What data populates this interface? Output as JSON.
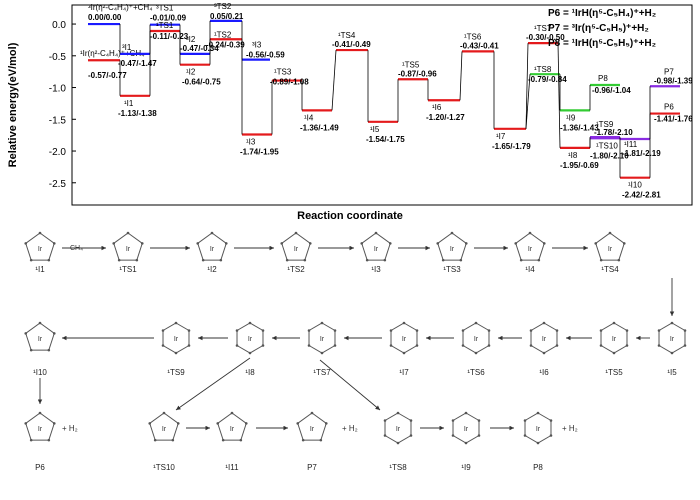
{
  "energy_panel": {
    "ylabel": "Relative energy(eV/mol)",
    "xlabel": "Reaction coordinate",
    "y_ticks": [
      "0.0",
      "-0.5",
      "-1.0",
      "-1.5",
      "-2.0",
      "-2.5"
    ],
    "ylim": [
      -2.85,
      0.3
    ],
    "legend": [
      {
        "label": "P6 = ¹IrH(η⁵-C₅H₄)⁺+H₂",
        "color": "#000000"
      },
      {
        "label": "P7 = ³Ir(η⁵-C₅H₅)⁺+H₂",
        "color": "#000000"
      },
      {
        "label": "P8 = ¹IrH(η⁵-C₅H₅)⁺+H₂",
        "color": "#000000"
      }
    ],
    "colors": {
      "blue": "#1a1aff",
      "red": "#e41a1c",
      "green": "#33cc33",
      "purple": "#8a2be2",
      "connector": "#000000"
    },
    "levels": [
      {
        "name": "³Ir(η²-C₄H₄)⁺+CH₄",
        "value": "0.00/0.00",
        "energy": 0.0,
        "color": "blue"
      },
      {
        "name": "¹Ir(η²-C₄H₄)⁺+CH₄",
        "value": "-0.57/-0.77",
        "energy": -0.57,
        "color": "red"
      },
      {
        "name": "³I1",
        "value": "-0.47/-1.47",
        "energy": -0.47,
        "color": "blue"
      },
      {
        "name": "¹I1",
        "value": "-1.13/-1.38",
        "energy": -1.13,
        "color": "red"
      },
      {
        "name": "³TS1",
        "value": "-0.01/0.09",
        "energy": -0.01,
        "color": "blue"
      },
      {
        "name": "¹TS1",
        "value": "-0.11/-0.23",
        "energy": -0.11,
        "color": "red"
      },
      {
        "name": "³I2",
        "value": "-0.47/-0.34",
        "energy": -0.47,
        "color": "blue"
      },
      {
        "name": "¹I2",
        "value": "-0.64/-0.75",
        "energy": -0.64,
        "color": "red"
      },
      {
        "name": "³TS2",
        "value": "0.05/0.21",
        "energy": 0.05,
        "color": "blue"
      },
      {
        "name": "¹TS2",
        "value": "-0.24/-0.39",
        "energy": -0.24,
        "color": "red"
      },
      {
        "name": "³I3",
        "value": "-0.56/-0.59",
        "energy": -0.56,
        "color": "blue"
      },
      {
        "name": "¹I3",
        "value": "-1.74/-1.95",
        "energy": -1.74,
        "color": "red"
      },
      {
        "name": "¹TS3",
        "value": "-0.89/-1.08",
        "energy": -0.89,
        "color": "red"
      },
      {
        "name": "¹I4",
        "value": "-1.36/-1.49",
        "energy": -1.36,
        "color": "red"
      },
      {
        "name": "¹TS4",
        "value": "-0.41/-0.49",
        "energy": -0.41,
        "color": "red"
      },
      {
        "name": "¹I5",
        "value": "-1.54/-1.75",
        "energy": -1.54,
        "color": "red"
      },
      {
        "name": "¹TS5",
        "value": "-0.87/-0.96",
        "energy": -0.87,
        "color": "red"
      },
      {
        "name": "¹I6",
        "value": "-1.20/-1.27",
        "energy": -1.2,
        "color": "red"
      },
      {
        "name": "¹TS6",
        "value": "-0.43/-0.41",
        "energy": -0.43,
        "color": "red"
      },
      {
        "name": "¹I7",
        "value": "-1.65/-1.79",
        "energy": -1.65,
        "color": "red"
      },
      {
        "name": "¹TS7",
        "value": "-0.30/-0.50",
        "energy": -0.3,
        "color": "red"
      },
      {
        "name": "¹TS8",
        "value": "-0.79/-0.84",
        "energy": -0.79,
        "color": "green"
      },
      {
        "name": "¹I8",
        "value": "-1.95/-0.69",
        "energy": -1.95,
        "color": "red"
      },
      {
        "name": "¹I9",
        "value": "-1.36/-1.43",
        "energy": -1.36,
        "color": "green"
      },
      {
        "name": "P8",
        "value": "-0.96/-1.04",
        "energy": -0.96,
        "color": "green"
      },
      {
        "name": "¹TS9",
        "value": "-1.78/-2.10",
        "energy": -1.78,
        "color": "purple"
      },
      {
        "name": "¹TS10",
        "value": "-1.80/-2.10",
        "energy": -1.8,
        "color": "purple"
      },
      {
        "name": "¹I11",
        "value": "-1.81/-2.19",
        "energy": -1.81,
        "color": "purple"
      },
      {
        "name": "¹I10",
        "value": "-2.42/-2.81",
        "energy": -2.42,
        "color": "red"
      },
      {
        "name": "P6",
        "value": "-1.41/-1.76",
        "energy": -1.41,
        "color": "red"
      },
      {
        "name": "P7",
        "value": "-0.98/-1.39",
        "energy": -0.98,
        "color": "purple"
      }
    ]
  },
  "mechanism": {
    "reagent": "CH₄",
    "plus_h2": "+ H₂",
    "structures": [
      {
        "label": "¹I1"
      },
      {
        "label": "¹TS1"
      },
      {
        "label": "¹I2"
      },
      {
        "label": "¹TS2"
      },
      {
        "label": "¹I3"
      },
      {
        "label": "¹TS3"
      },
      {
        "label": "¹I4"
      },
      {
        "label": "¹TS4"
      },
      {
        "label": "¹I5"
      },
      {
        "label": "¹TS5"
      },
      {
        "label": "¹I6"
      },
      {
        "label": "¹TS6"
      },
      {
        "label": "¹I7"
      },
      {
        "label": "¹TS7"
      },
      {
        "label": "¹I8"
      },
      {
        "label": "¹TS9"
      },
      {
        "label": "¹I10"
      },
      {
        "label": "P6"
      },
      {
        "label": "¹TS10"
      },
      {
        "label": "¹I11"
      },
      {
        "label": "P7"
      },
      {
        "label": "¹TS8"
      },
      {
        "label": "¹I9"
      },
      {
        "label": "P8"
      }
    ]
  }
}
